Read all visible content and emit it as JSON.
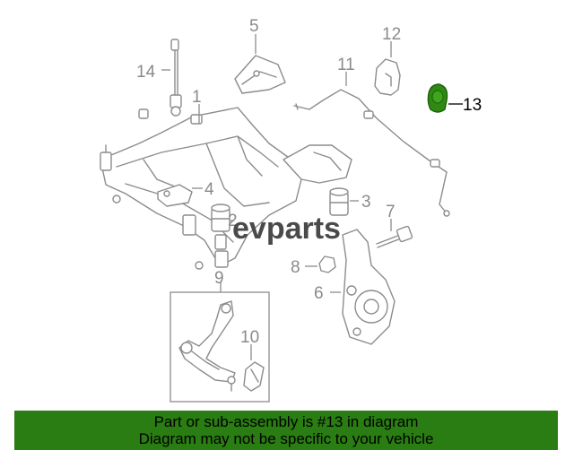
{
  "callouts": {
    "c1": "1",
    "c2": "2",
    "c3": "3",
    "c4": "4",
    "c5": "5",
    "c6": "6",
    "c7": "7",
    "c8": "8",
    "c9": "9",
    "c10": "10",
    "c11": "11",
    "c12": "12",
    "c13": "13",
    "c14": "14"
  },
  "highlight_part": "13",
  "watermark": "evparts",
  "notice": {
    "line1": "Part or sub-assembly is #13 in diagram",
    "line2": "Diagram may not be specific to your vehicle"
  },
  "colors": {
    "notice_bg": "#2a7d12",
    "highlight_part": "#2e8a12",
    "line_art": "#8c8c8c"
  }
}
